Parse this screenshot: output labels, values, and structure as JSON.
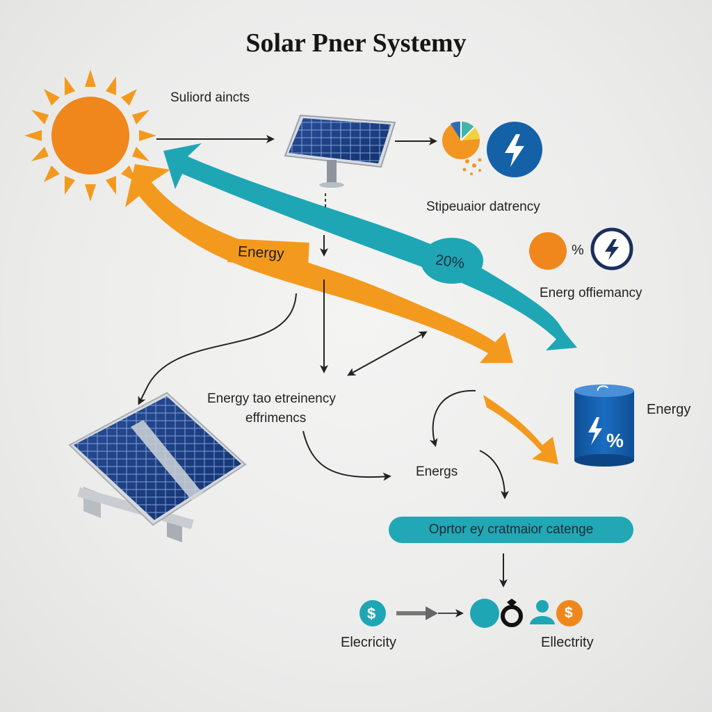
{
  "title": "Solar Pner Systemy",
  "labels": {
    "top_input": "Suliord aincts",
    "storage_efficiency": "Stipeuaior datrency",
    "percent_symbol": "%",
    "energy_efficiency": "Energ offiemancy",
    "center_line1": "Energy tao etreinency",
    "center_line2": "effrimencs",
    "energrs": "Energs",
    "battery": "Energy",
    "bottom_left": "Elecricity",
    "bottom_right": "Ellectrity"
  },
  "badges": {
    "orange_arrow": "Energy",
    "teal_arrow": "20%",
    "battery_percent": "%",
    "dollar": "$",
    "hash": "$"
  },
  "cta": {
    "label": "Oprtor ey cratmaior catenge"
  },
  "colors": {
    "orange": "#f39a1e",
    "sun": "#f0871c",
    "teal": "#1fa6b5",
    "blue": "#1561a8",
    "navy": "#1c2f5c"
  }
}
